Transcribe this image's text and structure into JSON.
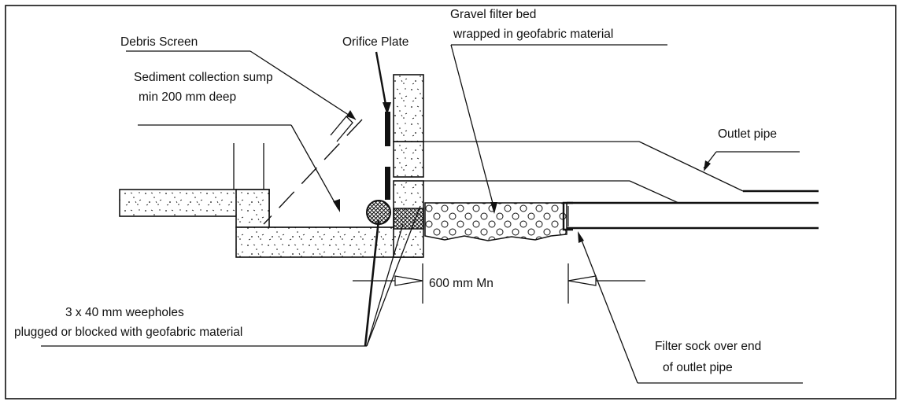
{
  "labels": {
    "debris_screen": "Debris Screen",
    "orifice_plate": "Orifice Plate",
    "gravel_line1": "Gravel filter bed",
    "gravel_line2": "wrapped in geofabric material",
    "sump_line1": "Sediment collection sump",
    "sump_line2": "min 200 mm deep",
    "outlet_pipe": "Outlet pipe",
    "dimension": "600 mm Mn",
    "weepholes_line1": "3 x 40 mm weepholes",
    "weepholes_line2": "plugged or blocked with geofabric material",
    "sock_line1": "Filter sock over end",
    "sock_line2": "of outlet pipe"
  },
  "colors": {
    "line": "#111111",
    "background": "#ffffff"
  }
}
